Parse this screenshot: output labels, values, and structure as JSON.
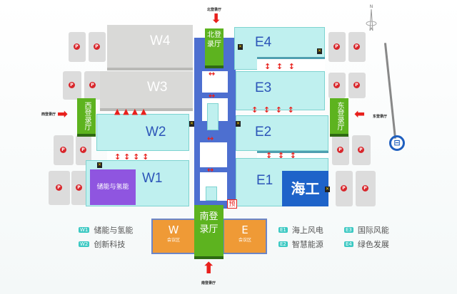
{
  "compass": {
    "label": "N"
  },
  "entrances": {
    "north": "北登录厅",
    "west": "西登录厅",
    "east": "东登录厅",
    "south": "南登录厅"
  },
  "halls": {
    "W4": "W4",
    "W3": "W3",
    "W2": "W2",
    "W1": "W1",
    "E4": "E4",
    "E3": "E3",
    "E2": "E2",
    "E1": "E1"
  },
  "zones": {
    "storage": "储能与氢能",
    "offshore": "海工",
    "pre": "预",
    "w_meeting": "W",
    "w_meeting_sub": "会议区",
    "e_meeting": "E",
    "e_meeting_sub": "会议区",
    "north_hall": "北登\n录厅",
    "west_hall": "西登录厅",
    "east_hall": "东登录厅",
    "south_hall_1": "南登",
    "south_hall_2": "录厅"
  },
  "parking_symbol": "P",
  "legend": [
    {
      "tag": "W1",
      "text": "储能与氢能"
    },
    {
      "tag": "W2",
      "text": "创新科技"
    },
    {
      "tag": "E1",
      "text": "海上风电"
    },
    {
      "tag": "E2",
      "text": "智慧能源"
    },
    {
      "tag": "E3",
      "text": "国际风能"
    },
    {
      "tag": "E4",
      "text": "绿色发展"
    }
  ],
  "colors": {
    "entrance": "#5db31f",
    "hall": "#bff0ef",
    "corridor": "#4d6fd0",
    "meeting": "#ef9a36",
    "offshore": "#1e63c9",
    "storage": "#8f55e0"
  }
}
